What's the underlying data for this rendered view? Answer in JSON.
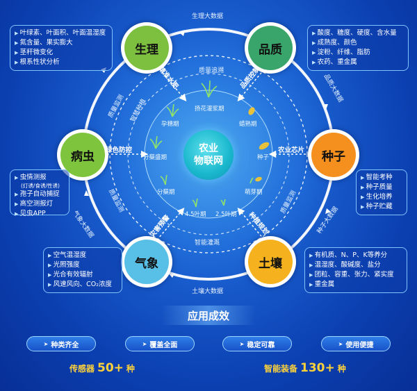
{
  "ring_labels": {
    "top": "生理大数据",
    "right": "品质大数据",
    "right_lower": "种子大数据",
    "bottom": "土壤大数据",
    "left": "气象大数据"
  },
  "nodes": {
    "physiology": "生理",
    "quality": "品质",
    "seed": "种子",
    "soil": "土壤",
    "weather": "气象",
    "pest": "病虫"
  },
  "info": {
    "physiology": [
      "叶绿素、叶面积、叶面温湿度",
      "氮含量、果实膨大",
      "茎秆微变化",
      "根系性状分析"
    ],
    "quality": [
      "酸度、糖度、硬度、含水量",
      "成熟度、颜色",
      "淀粉、纤维、脂肪",
      "农药、重金属"
    ],
    "seed": [
      "智能考种",
      "种子质量",
      "生化培养",
      "种子贮藏"
    ],
    "soil": [
      "有机质、N、P、K等养分",
      "温湿度、酸碱度、盐分",
      "团粒、容重、张力、紧实度",
      "重金属"
    ],
    "weather": [
      "空气温湿度",
      "光照强度",
      "光合有效辐射",
      "风速风向、CO₂浓度"
    ],
    "pest_main": "虫情测报",
    "pest_sub": "(灯诱/食诱/性诱)",
    "pest": [
      "孢子自动捕捉",
      "高空测报灯",
      "见虫APP"
    ]
  },
  "inner_labels": {
    "precise_water_fert": "精准水肥",
    "quality_trace": "质量追溯",
    "quality_control": "品质控制",
    "quality_monitor": "质量监测",
    "smart_planting": "智慧种植",
    "green_control": "绿色防控",
    "ag_chip": "农业芯片",
    "quality_check": "质量监测",
    "planting_plan": "种植规划",
    "disaster_warning": "灾害预警",
    "smart_irrigation": "智能灌溉"
  },
  "center": {
    "line1": "农业",
    "line2": "物联网"
  },
  "stages": {
    "heading": "扬花灌浆期",
    "booting": "孕穗期",
    "ripening": "蜡熟期",
    "tillering": "分蘖盛期",
    "seed": "种子",
    "early_tiller": "分蘖期",
    "germination": "萌芽期",
    "leaf45": "4.5叶期",
    "leaf25": "2.5叶期"
  },
  "effects": {
    "title": "应用成效",
    "pills": [
      "种类齐全",
      "覆盖全面",
      "稳定可靠",
      "使用便捷"
    ],
    "sensor_label": "传感器",
    "sensor_num": "50+",
    "sensor_unit": "种",
    "equip_label": "智能装备",
    "equip_num": "130+",
    "equip_unit": "种"
  },
  "colors": {
    "physiology": "#7dbf3f",
    "quality": "#3aa56a",
    "seed": "#f5901e",
    "soil": "#f5b21e",
    "weather": "#58c0e6",
    "pest": "#7ec43c"
  }
}
